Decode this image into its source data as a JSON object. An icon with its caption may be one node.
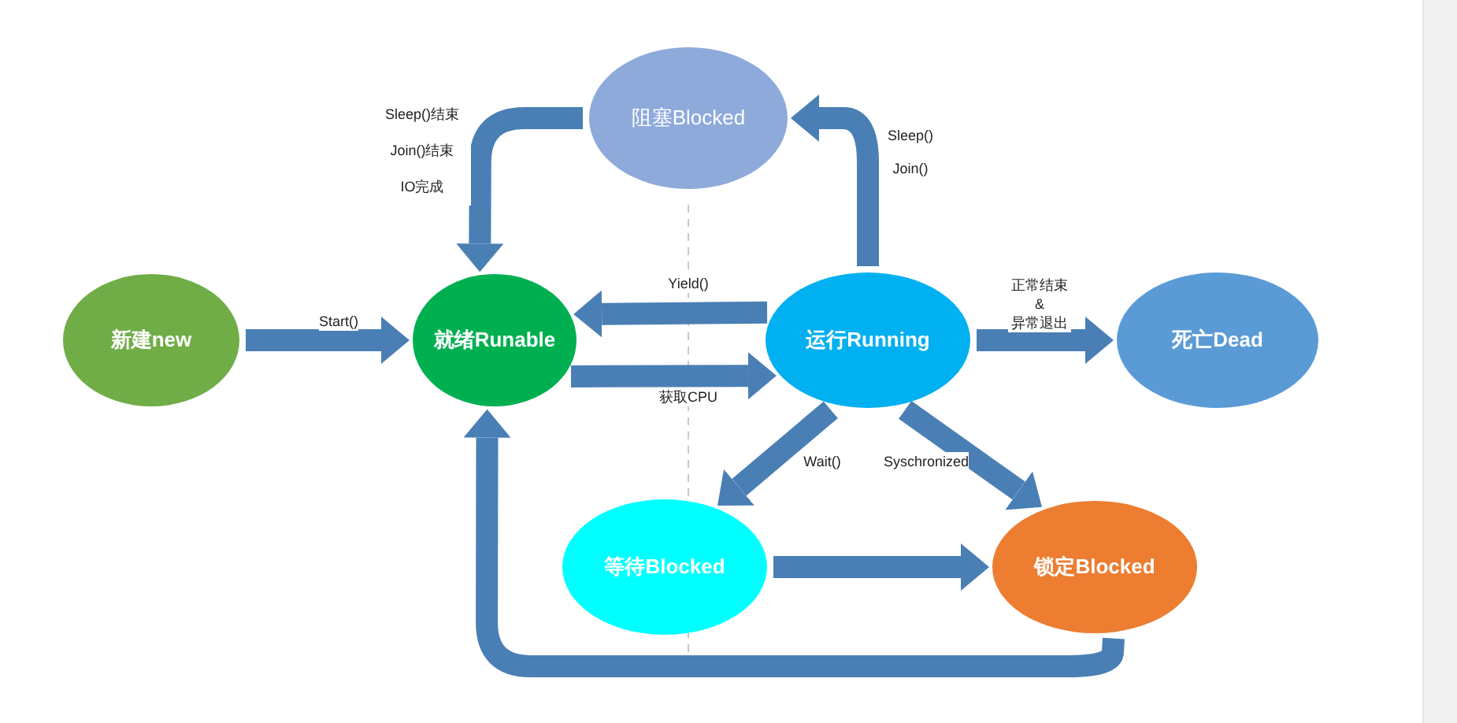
{
  "diagram": {
    "nodes": [
      {
        "text": [
          "新建new"
        ]
      },
      {
        "text": [
          "就绪Runable"
        ]
      },
      {
        "text": [
          "阻塞Blocked"
        ]
      },
      {
        "text": [
          "运行Running"
        ]
      },
      {
        "text": [
          "死亡Dead"
        ]
      },
      {
        "text": [
          "等待Blocked"
        ]
      },
      {
        "text": [
          "锁定Blocked"
        ]
      }
    ],
    "edges": [
      {
        "from": 0,
        "to": 1,
        "arrow": "to",
        "label": "Start()"
      },
      {
        "from": 2,
        "to": 1,
        "arrow": "to",
        "label": "Sleep()结束 Join()结束 IO完成"
      },
      {
        "from": 3,
        "to": 2,
        "arrow": "to",
        "label": "Sleep() Join()"
      },
      {
        "from": 3,
        "to": 1,
        "arrow": "to",
        "label": "Yield()"
      },
      {
        "from": 1,
        "to": 3,
        "arrow": "to",
        "label": "获取CPU"
      },
      {
        "from": 3,
        "to": 4,
        "arrow": "to",
        "label": "正常结束 & 异常退出"
      },
      {
        "from": 3,
        "to": 5,
        "arrow": "to",
        "label": "Wait()"
      },
      {
        "from": 3,
        "to": 6,
        "arrow": "to",
        "label": "Syschronized"
      },
      {
        "from": 5,
        "to": 6,
        "arrow": "to"
      },
      {
        "from": 6,
        "to": 1,
        "arrow": "to"
      }
    ]
  }
}
